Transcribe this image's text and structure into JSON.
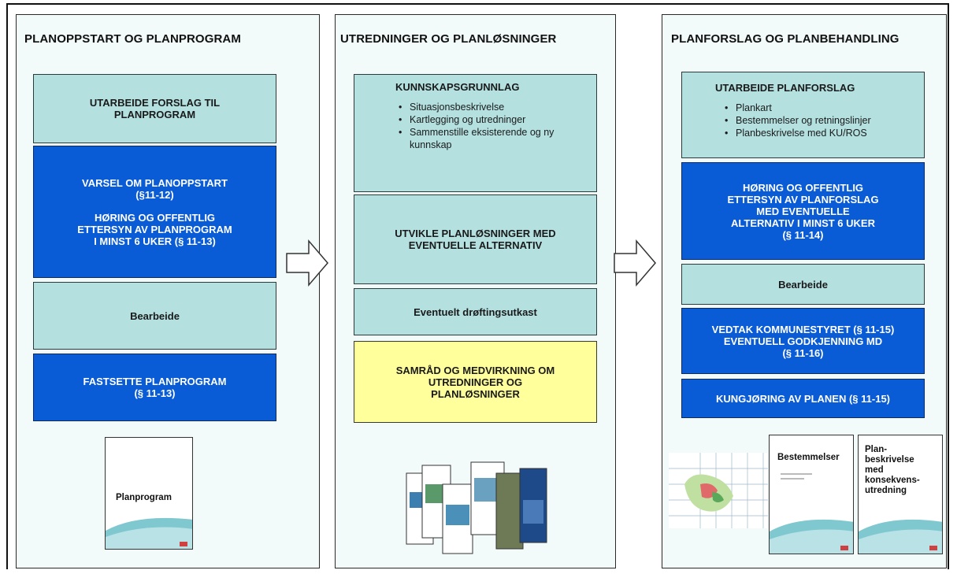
{
  "panels": [
    {
      "title": "PLANOPPSTART OG PLANPROGRAM",
      "boxes": [
        {
          "lines": [
            "UTARBEIDE FORSLAG TIL",
            "PLANPROGRAM"
          ]
        },
        {
          "lines": [
            "VARSEL OM PLANOPPSTART",
            "(§11-12)",
            "",
            "HØRING OG OFFENTLIG",
            "ETTERSYN AV PLANPROGRAM",
            "I MINST 6 UKER (§ 11-13)"
          ]
        },
        {
          "lines": [
            "Bearbeide"
          ]
        },
        {
          "lines": [
            "FASTSETTE PLANPROGRAM",
            "(§ 11-13)"
          ]
        }
      ],
      "doc_label": "Planprogram"
    },
    {
      "title": "UTREDNINGER OG PLANLØSNINGER",
      "knowledge_title": "KUNNSKAPSGRUNNLAG",
      "knowledge_items": [
        "Situasjonsbeskrivelse",
        "Kartlegging og utredninger",
        "Sammenstille eksisterende og ny kunnskap"
      ],
      "boxes": [
        {
          "lines": [
            "UTVIKLE PLANLØSNINGER MED",
            "EVENTUELLE ALTERNATIV"
          ]
        },
        {
          "lines": [
            "Eventuelt drøftingsutkast"
          ]
        },
        {
          "lines": [
            "SAMRÅD OG MEDVIRKNING OM",
            "UTREDNINGER OG",
            "PLANLØSNINGER"
          ]
        }
      ]
    },
    {
      "title": "PLANFORSLAG OG PLANBEHANDLING",
      "proposal_title": "UTARBEIDE PLANFORSLAG",
      "proposal_items": [
        "Plankart",
        "Bestemmelser og retningslinjer",
        "Planbeskrivelse med KU/ROS"
      ],
      "boxes": [
        {
          "lines": [
            "HØRING OG OFFENTLIG",
            "ETTERSYN AV PLANFORSLAG",
            "MED EVENTUELLE",
            "ALTERNATIV I MINST 6 UKER",
            "(§ 11-14)"
          ]
        },
        {
          "lines": [
            "Bearbeide"
          ]
        },
        {
          "lines": [
            "VEDTAK KOMMUNESTYRET (§ 11-15)",
            "EVENTUELL GODKJENNING MD",
            "(§ 11-16)"
          ]
        },
        {
          "lines": [
            "KUNGJØRING AV PLANEN (§ 11-15)"
          ]
        }
      ],
      "doc_labels": [
        "Bestemmelser",
        "Plan-\nbeskrivelse\nmed\nkonsekvens-\nutredning"
      ]
    }
  ],
  "colors": {
    "teal": "#b4e0e0",
    "blue": "#0a5bd6",
    "yellow": "#ffff9c",
    "panel_bg": "#f2fafa"
  }
}
